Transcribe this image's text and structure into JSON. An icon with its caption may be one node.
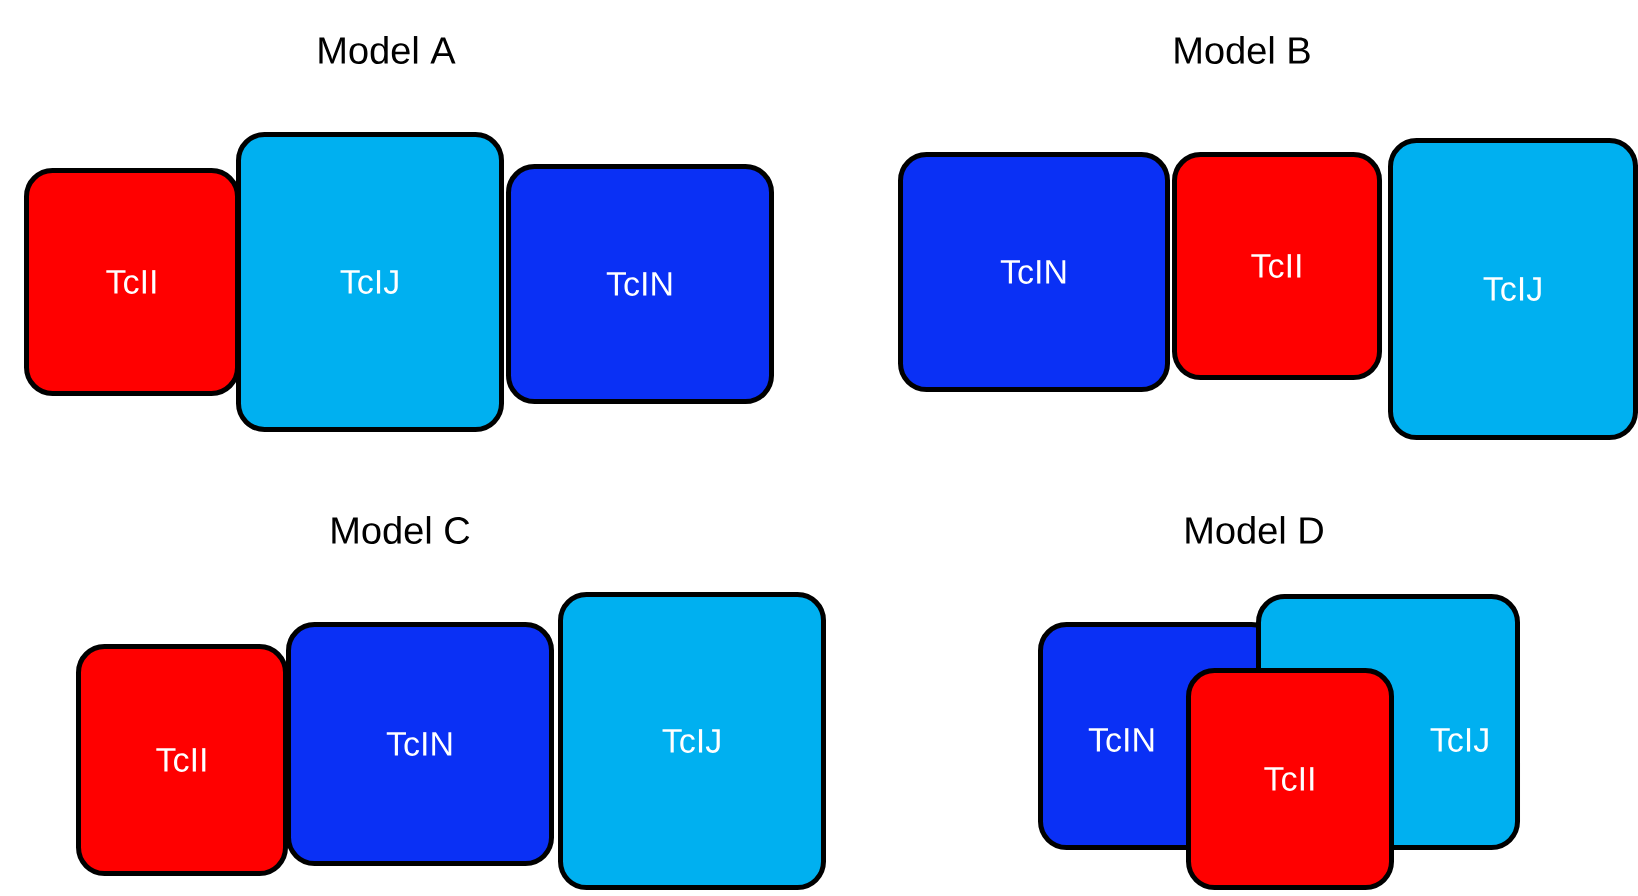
{
  "diagram": {
    "nodes": [
      {
        "text": [
          "TcII"
        ]
      },
      {
        "text": [
          "TcIJ"
        ]
      },
      {
        "text": [
          "TcIN"
        ]
      },
      {
        "text": [
          "TcIN"
        ]
      },
      {
        "text": [
          "TcII"
        ]
      },
      {
        "text": [
          "TcIJ"
        ]
      },
      {
        "text": [
          "TcII"
        ]
      },
      {
        "text": [
          "TcIN"
        ]
      },
      {
        "text": [
          "TcIJ"
        ]
      },
      {
        "text": [
          "TcIN"
        ]
      },
      {
        "text": [
          "TcIJ"
        ]
      },
      {
        "text": [
          "TcII"
        ]
      }
    ],
    "labels": [
      "Model A",
      "Model B",
      "Model C",
      "Model D"
    ]
  }
}
